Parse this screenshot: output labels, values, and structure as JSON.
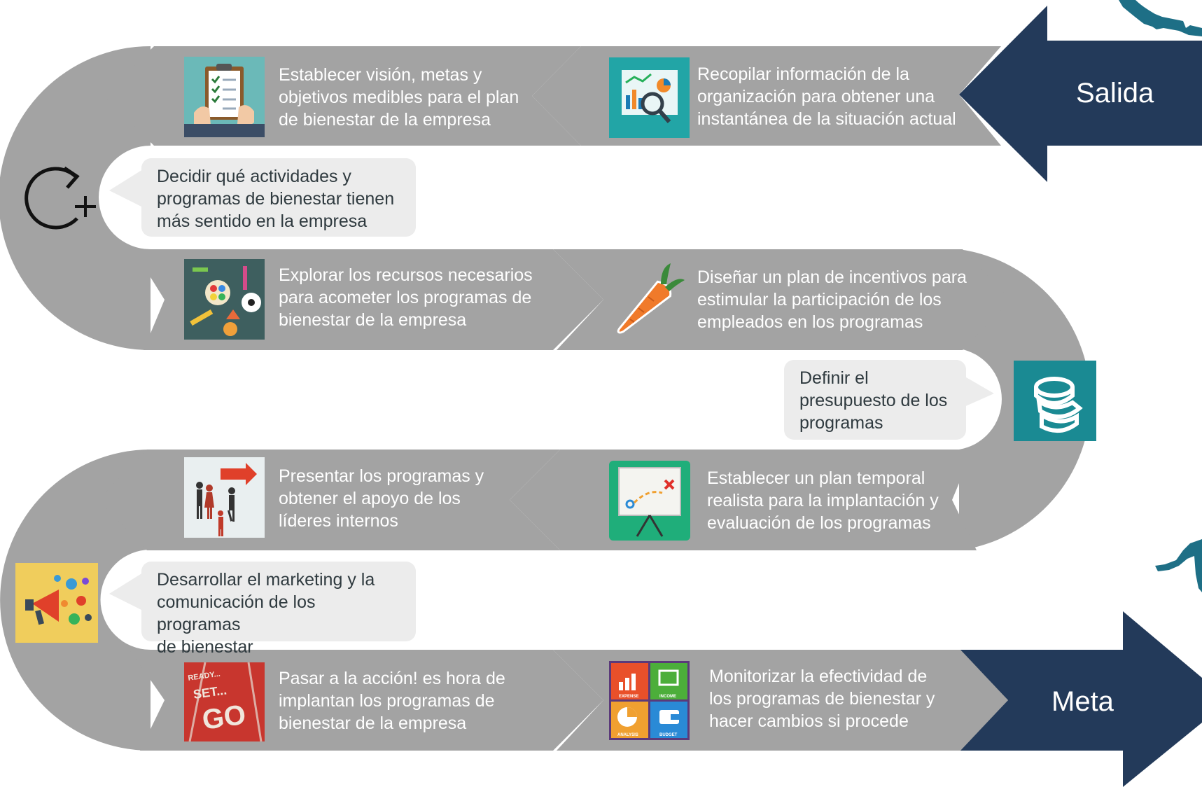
{
  "colors": {
    "road": "#a3a3a3",
    "navy": "#233a5a",
    "bubble": "#ececec",
    "teal": "#1a8a93",
    "text_light": "#ffffff",
    "text_dark": "#2f3a3f"
  },
  "start_label": "Salida",
  "end_label": "Meta",
  "steps": [
    {
      "icon": "clipboard-checklist-icon",
      "text": "Establecer visión, metas y\nobjetivos medibles para el plan\nde bienestar de la empresa"
    },
    {
      "icon": "data-analysis-magnifier-icon",
      "text": "Recopilar información de la\norganización para obtener una\ninstantánea de la situación actual"
    },
    {
      "icon": "cycle-plus-icon",
      "text": "Decidir qué actividades y\nprogramas  de bienestar tienen\nmás sentido  en la empresa"
    },
    {
      "icon": "sports-equipment-icon",
      "text": "Explorar los recursos necesarios\npara acometer los programas de\nbienestar de la empresa"
    },
    {
      "icon": "carrot-icon",
      "text": "Diseñar un plan de incentivos para\nestimular la participación de los\nempleados en los programas"
    },
    {
      "icon": "coin-stack-icon",
      "text": "Definir el\npresupuesto de los\nprogramas"
    },
    {
      "icon": "leaders-arrow-icon",
      "text": "Presentar los programas y\nobtener el apoyo de los\nlíderes internos"
    },
    {
      "icon": "whiteboard-plan-icon",
      "text": "Establecer un plan temporal\nrealista para la implantación y\nevaluación de los programas"
    },
    {
      "icon": "megaphone-icon",
      "text": "Desarrollar el marketing y la\ncomunicación de los programas\nde bienestar"
    },
    {
      "icon": "ready-set-go-icon",
      "text": "Pasar a la acción! es hora de\nimplantan los programas de\nbienestar de la empresa"
    },
    {
      "icon": "finance-dashboard-icon",
      "text": "Monitorizar la efectividad  de\nlos programas de bienestar y\nhacer cambios si procede"
    }
  ],
  "tile_labels": {
    "ready": "READY...",
    "set": "SET...",
    "go": "GO",
    "expense": "EXPENSE",
    "income": "INCOME",
    "analysis": "ANALYSIS",
    "budget": "BUDGET"
  }
}
